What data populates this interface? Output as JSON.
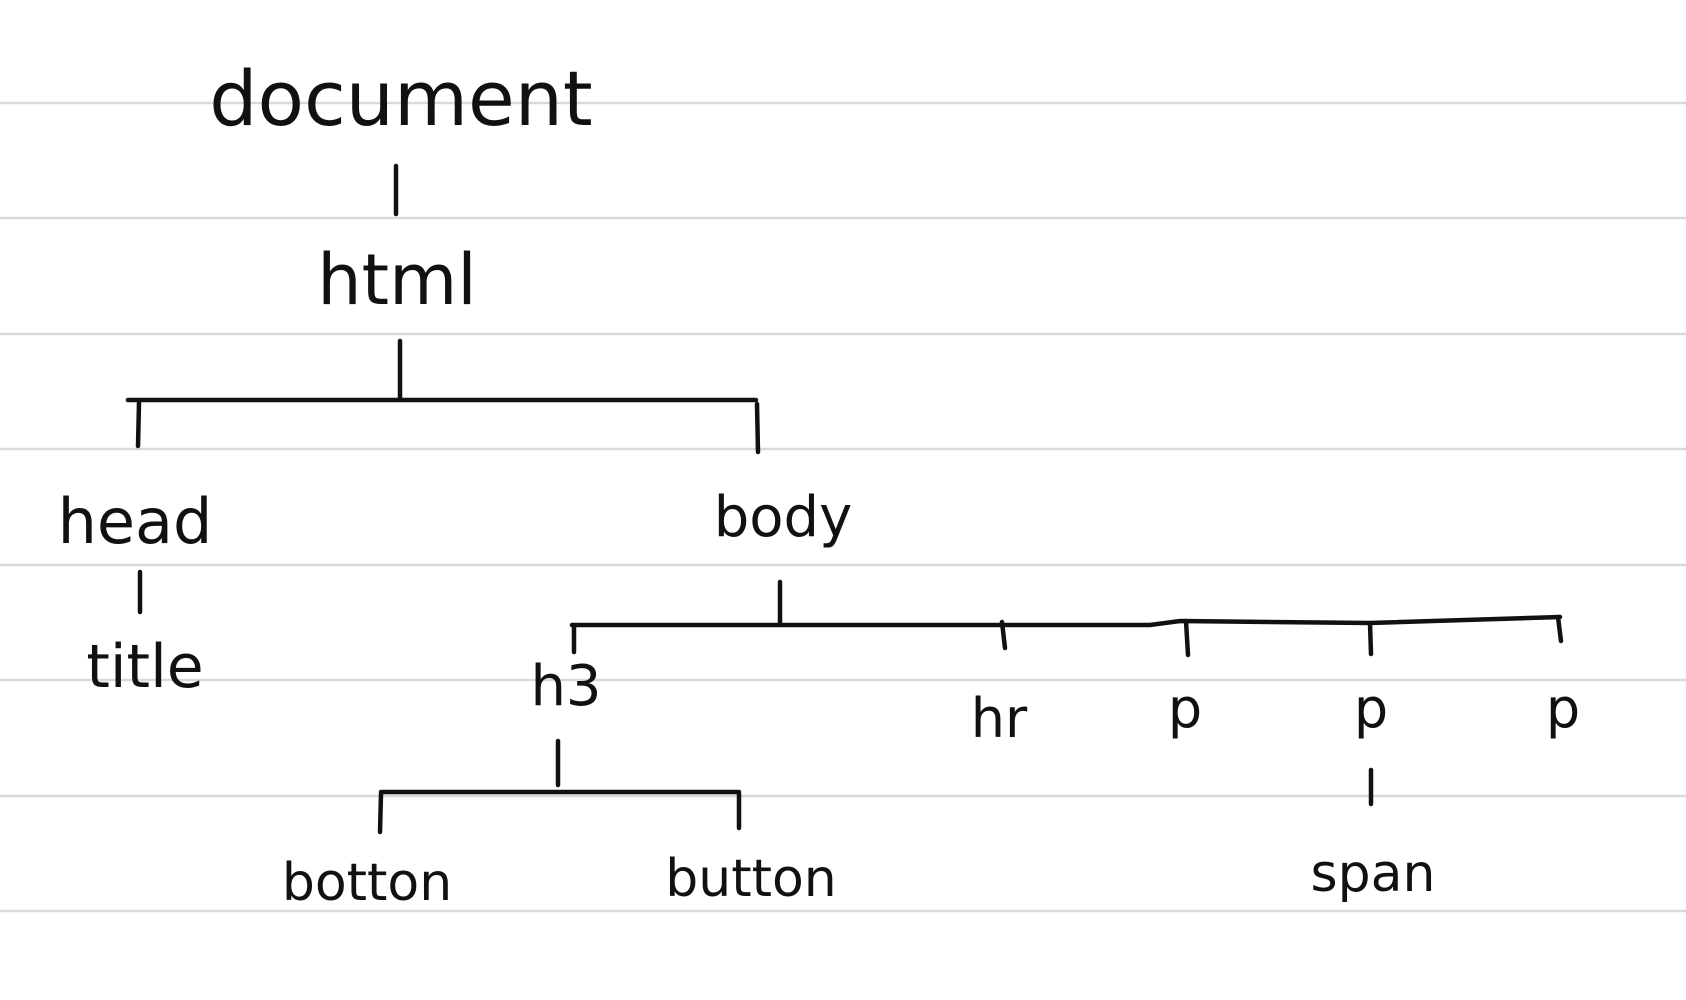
{
  "diagram": {
    "type": "tree",
    "style": "handwritten on lined paper",
    "nodes": [
      {
        "id": "document",
        "label": "document"
      },
      {
        "id": "html",
        "label": "html",
        "parent": "document"
      },
      {
        "id": "head",
        "label": "head",
        "parent": "html"
      },
      {
        "id": "body",
        "label": "body",
        "parent": "html"
      },
      {
        "id": "title",
        "label": "title",
        "parent": "head"
      },
      {
        "id": "h3",
        "label": "h3",
        "parent": "body"
      },
      {
        "id": "hr",
        "label": "hr",
        "parent": "body"
      },
      {
        "id": "p1",
        "label": "p",
        "parent": "body"
      },
      {
        "id": "p2",
        "label": "p",
        "parent": "body"
      },
      {
        "id": "p3",
        "label": "p",
        "parent": "body"
      },
      {
        "id": "button1",
        "label": "botton",
        "parent": "h3"
      },
      {
        "id": "button2",
        "label": "button",
        "parent": "h3"
      },
      {
        "id": "span",
        "label": "span",
        "parent": "p2"
      }
    ]
  },
  "colors": {
    "ink": "#111111",
    "rule_lines": "#d9d9d9",
    "background": "#ffffff"
  }
}
